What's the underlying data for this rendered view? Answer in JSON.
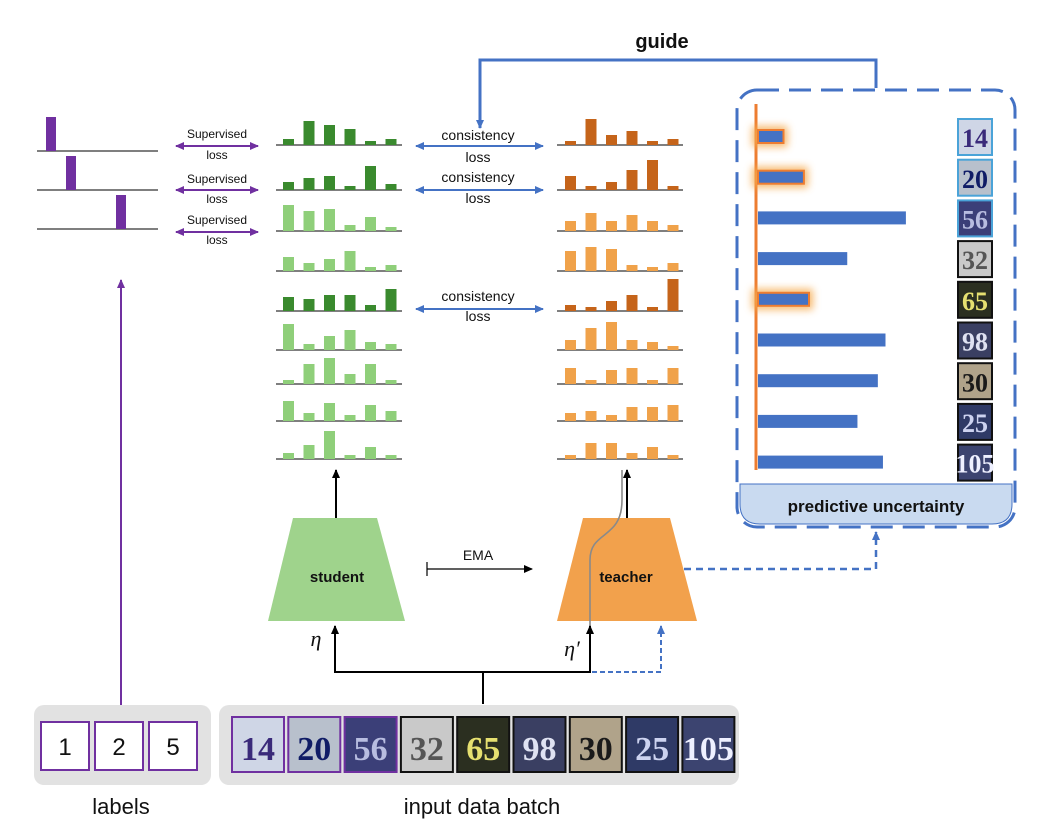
{
  "labels": {
    "values": [
      "1",
      "2",
      "5"
    ],
    "caption": "labels"
  },
  "input_batch": {
    "caption": "input data batch",
    "digits": [
      "14",
      "20",
      "56",
      "32",
      "65",
      "98",
      "30",
      "25",
      "105"
    ]
  },
  "supervised_loss": {
    "line1": "Supervised",
    "line2": "loss"
  },
  "consistency_loss": {
    "line1": "consistency",
    "line2": "loss"
  },
  "student": {
    "label": "student",
    "symbol": "η"
  },
  "teacher": {
    "label": "teacher",
    "symbol": "η′"
  },
  "ema": {
    "label": "EMA"
  },
  "guide": {
    "label": "guide"
  },
  "uncertainty": {
    "title": "predictive uncertainty",
    "values": [
      0.1,
      0.18,
      0.58,
      0.35,
      0.2,
      0.5,
      0.47,
      0.39,
      0.49
    ],
    "highlighted": [
      0,
      1,
      4
    ],
    "digits": [
      "14",
      "20",
      "56",
      "32",
      "65",
      "98",
      "30",
      "25",
      "105"
    ]
  },
  "colors": {
    "label_purple": "#7030a0",
    "student_dark": "#3a8a2e",
    "student_light": "#8fcf7a",
    "teacher_dark": "#c5641a",
    "teacher_light": "#f0a24a",
    "arrow_blue": "#4472c4",
    "panel_bg": "#e2e2e2"
  }
}
